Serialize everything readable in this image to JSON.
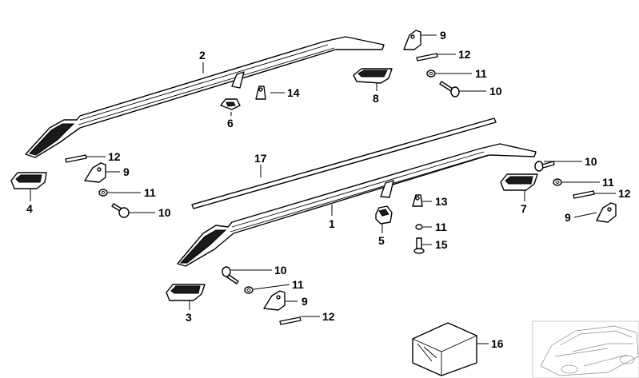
{
  "callouts": {
    "c1": "1",
    "c2": "2",
    "c3": "3",
    "c4": "4",
    "c5": "5",
    "c6": "6",
    "c7": "7",
    "c8": "8",
    "c9a": "9",
    "c9b": "9",
    "c9c": "9",
    "c9d": "9",
    "c10a": "10",
    "c10b": "10",
    "c10c": "10",
    "c10d": "10",
    "c11a": "11",
    "c11b": "11",
    "c11c": "11",
    "c11d": "11",
    "c11e": "11",
    "c12a": "12",
    "c12b": "12",
    "c12c": "12",
    "c12d": "12",
    "c13": "13",
    "c14": "14",
    "c15": "15",
    "c16": "16",
    "c17": "17"
  }
}
